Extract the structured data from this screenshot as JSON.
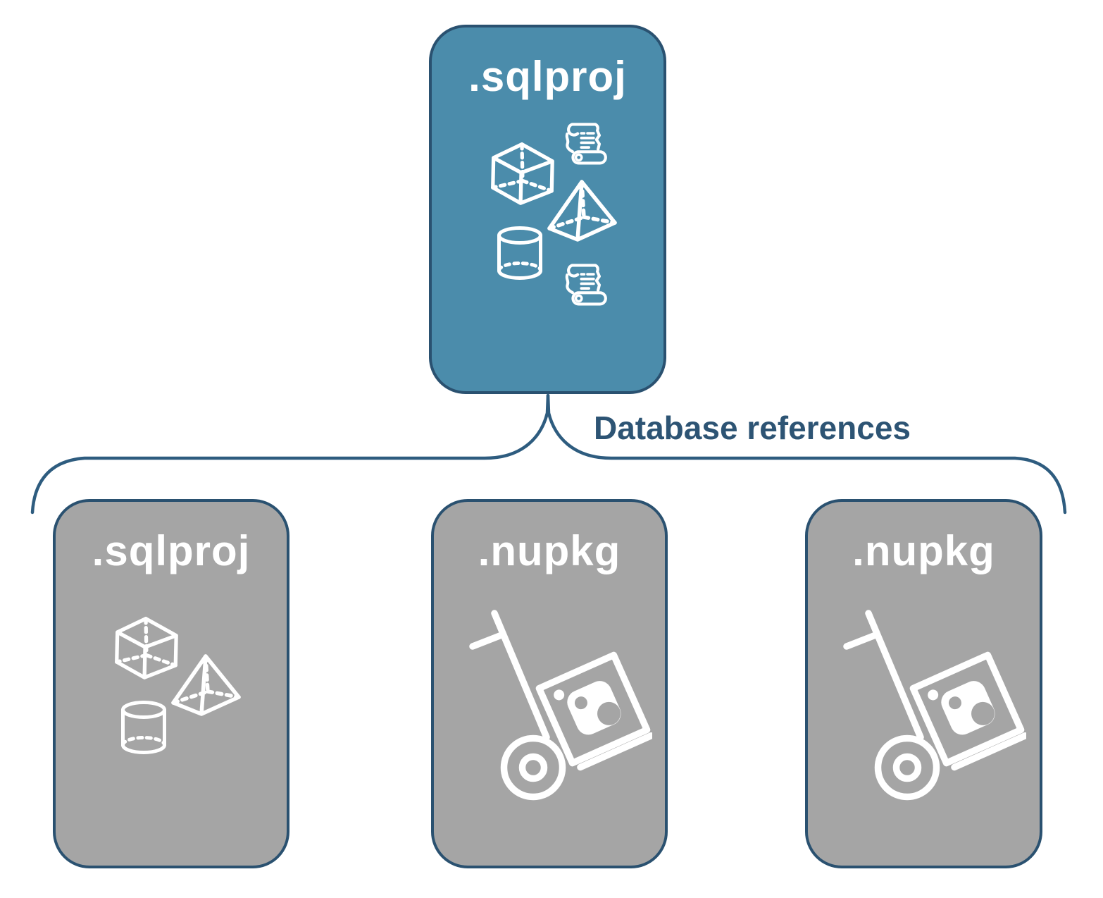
{
  "diagram": {
    "colors": {
      "background": "#ffffff",
      "root_fill": "#4b8cab",
      "child_fill": "#a5a5a5",
      "node_border": "#2a5170",
      "connector": "#2e5c7f",
      "label_color": "#2d5474",
      "title_color": "#ffffff",
      "icon_color": "#ffffff"
    },
    "root": {
      "label": ".sqlproj",
      "icons": [
        "cube-icon",
        "scroll-icon",
        "pyramid-icon",
        "cylinder-icon",
        "scroll-icon"
      ]
    },
    "connector_label": "Database references",
    "children": [
      {
        "label": ".sqlproj",
        "icons": [
          "cube-icon",
          "pyramid-icon",
          "cylinder-icon"
        ]
      },
      {
        "label": ".nupkg",
        "icons": [
          "package-dolly-icon"
        ]
      },
      {
        "label": ".nupkg",
        "icons": [
          "package-dolly-icon"
        ]
      }
    ]
  }
}
